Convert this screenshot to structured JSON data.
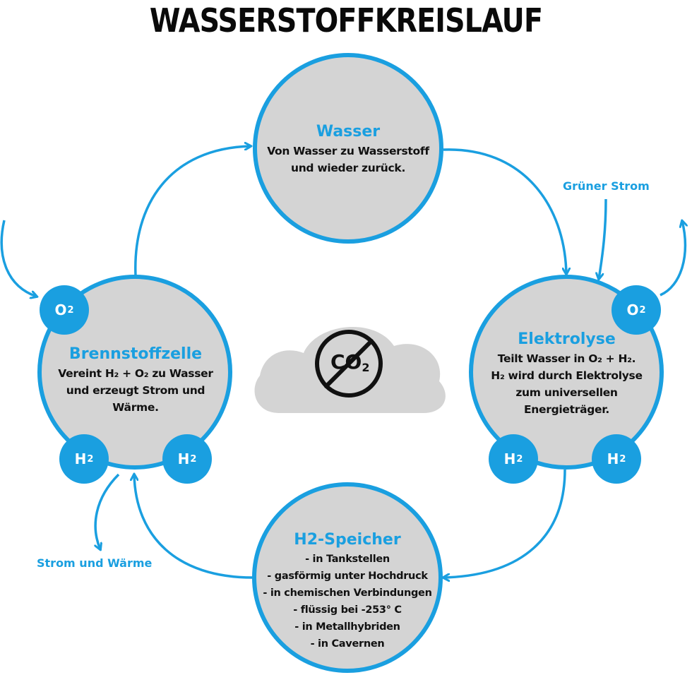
{
  "title": "WASSERSTOFFKREISLAUF",
  "colors": {
    "accent": "#1a9fe0",
    "circle_fill": "#d4d4d4",
    "cloud_fill": "#d4d4d4",
    "text": "#111111"
  },
  "nodes": {
    "wasser": {
      "title": "Wasser",
      "lines": [
        "Von Wasser zu Wasserstoff",
        "und wieder zurück."
      ]
    },
    "elektrolyse": {
      "title": "Elektrolyse",
      "lines": [
        "Teilt Wasser in O₂ + H₂.",
        "H₂ wird durch Elektrolyse",
        "zum universellen",
        "Energieträger."
      ]
    },
    "speicher": {
      "title": "H2-Speicher",
      "lines": [
        "- in Tankstellen",
        "- gasförmig unter Hochdruck",
        "- in chemischen Verbindungen",
        "- flüssig bei -253° C",
        "- in Metallhybriden",
        "- in Cavernen"
      ]
    },
    "brennstoffzelle": {
      "title": "Brennstoffzelle",
      "lines": [
        "Vereint H₂ + O₂ zu Wasser",
        "und erzeugt Strom und",
        "Wärme."
      ]
    }
  },
  "badges": {
    "o2": {
      "base": "O",
      "sub": "2"
    },
    "h2": {
      "base": "H",
      "sub": "2"
    }
  },
  "labels": {
    "gruener_strom": "Grüner Strom",
    "strom_waerme": "Strom und Wärme"
  },
  "cloud": {
    "base": "CO",
    "sub": "2"
  },
  "icons": {
    "no_co2": "no-co2-icon"
  }
}
